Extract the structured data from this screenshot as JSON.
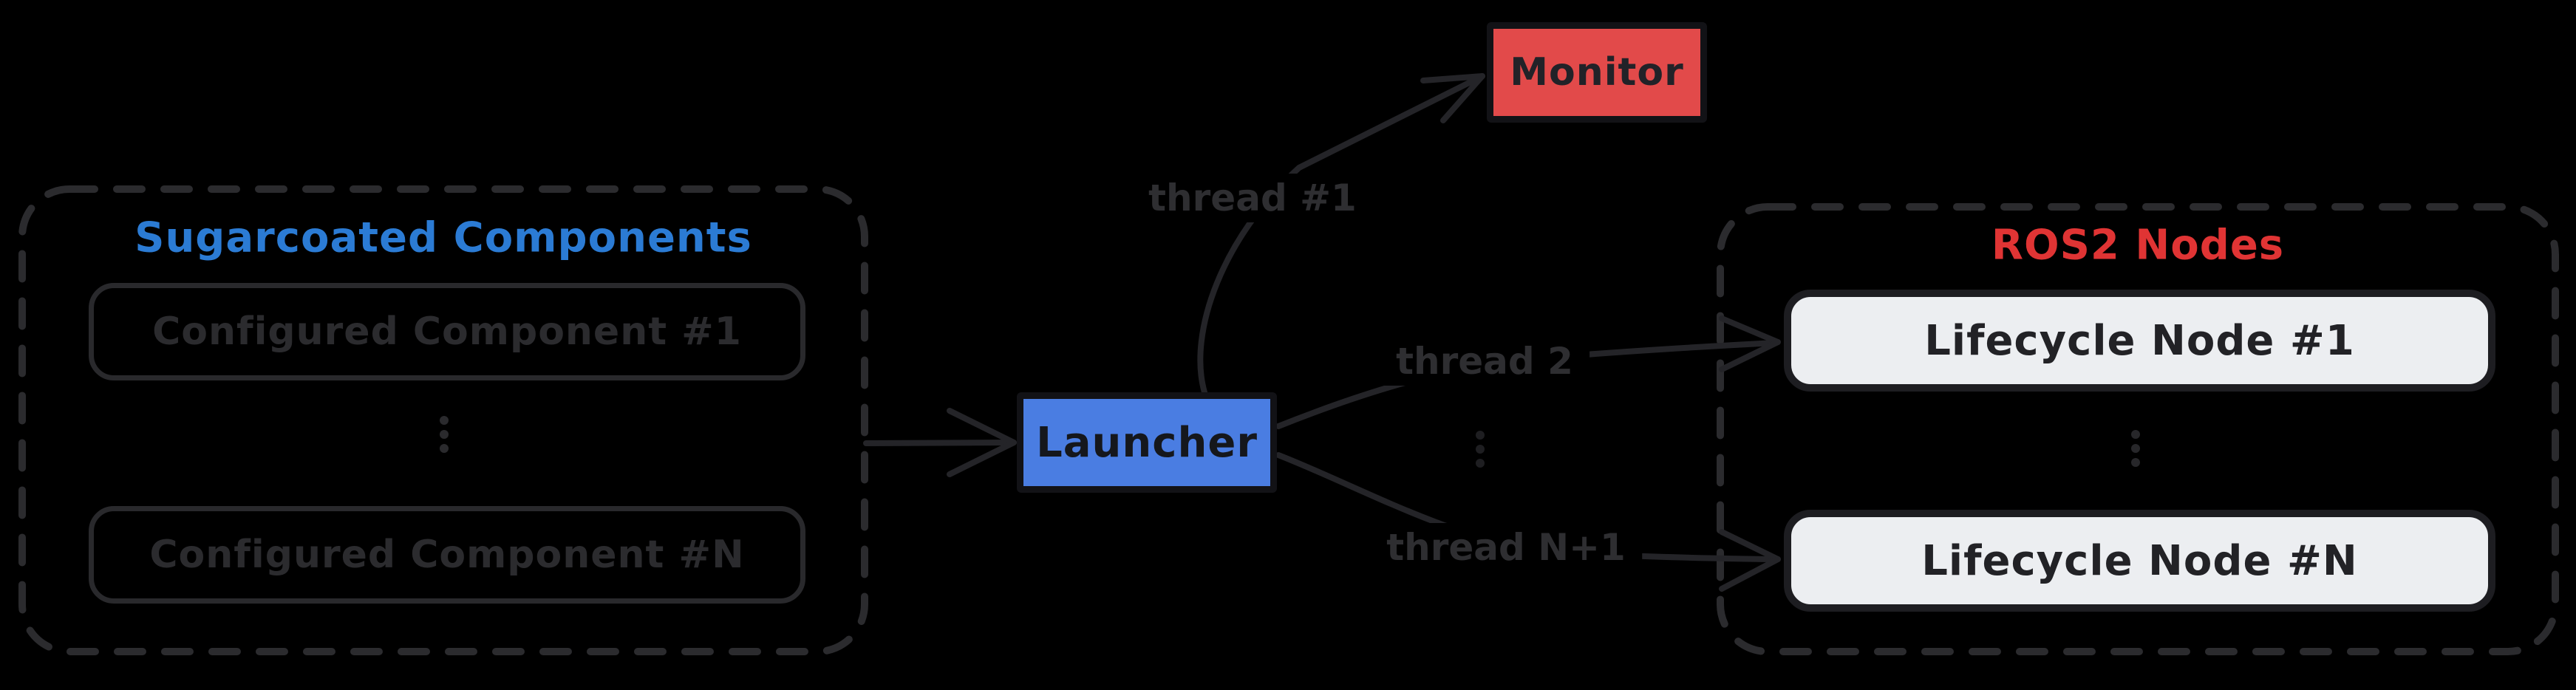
{
  "diagram": {
    "background_color": "#000000",
    "muted_stroke_color": "#2b2b2e",
    "arrow_color": "#242428",
    "left_group": {
      "title": "Sugarcoated Components",
      "title_color": "#2b7bd4",
      "border_style": "dashed",
      "items": [
        "Configured Component #1",
        "Configured Component #N"
      ],
      "ellipsis": "⋮"
    },
    "launcher": {
      "label": "Launcher",
      "fill_color": "#4a7de2"
    },
    "monitor": {
      "label": "Monitor",
      "fill_color": "#e24a4a"
    },
    "right_group": {
      "title": "ROS2 Nodes",
      "title_color": "#e03434",
      "border_style": "dashed",
      "items": [
        "Lifecycle Node #1",
        "Lifecycle Node #N"
      ],
      "node_fill_color": "#eceef1",
      "ellipsis": "⋮"
    },
    "middle_ellipsis": "⋮",
    "edges": [
      {
        "from": "Sugarcoated Components",
        "to": "Launcher",
        "label": ""
      },
      {
        "from": "Launcher",
        "to": "Monitor",
        "label": "thread #1"
      },
      {
        "from": "Launcher",
        "to": "Lifecycle Node #1",
        "label": "thread 2"
      },
      {
        "from": "Launcher",
        "to": "Lifecycle Node #N",
        "label": "thread N+1"
      }
    ]
  }
}
